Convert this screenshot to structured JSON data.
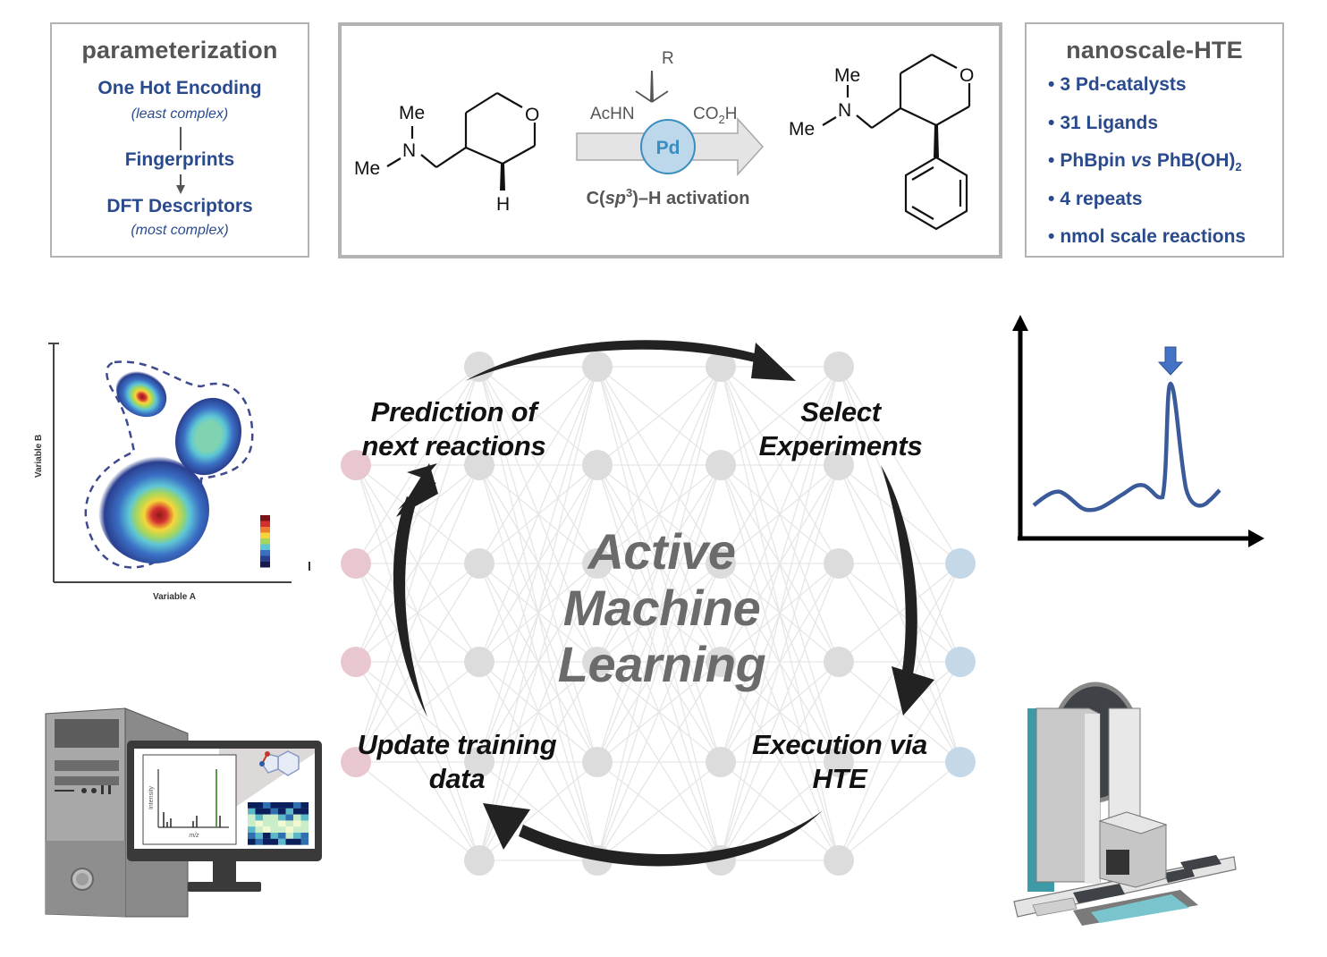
{
  "parameterization": {
    "title": "parameterization",
    "items": [
      {
        "label": "One Hot Encoding",
        "note": "(least complex)"
      },
      {
        "label": "Fingerprints",
        "note": ""
      },
      {
        "label": "DFT Descriptors",
        "note": "(most complex)"
      }
    ]
  },
  "reaction": {
    "substrate": {
      "me_top": "Me",
      "n": "N",
      "me_left": "Me",
      "o": "O",
      "h": "H"
    },
    "ligand": {
      "r": "R",
      "achn": "AcHN",
      "co2h_main": "CO",
      "co2h_sub": "2",
      "co2h_end": "H"
    },
    "catalyst": "Pd",
    "label": {
      "prefix": "C(",
      "italic": "sp",
      "sup": "3",
      "suffix": ")–H activation"
    },
    "product": {
      "me_top": "Me",
      "n": "N",
      "me_left": "Me",
      "o": "O"
    }
  },
  "nanoscale_hte": {
    "title": "nanoscale-HTE",
    "bullet": "•",
    "items": [
      {
        "text": "3 Pd-catalysts"
      },
      {
        "text": "31 Ligands"
      },
      {
        "text_a": "PhBpin ",
        "italic": "vs",
        "text_b": " PhB(OH)",
        "sub": "2"
      },
      {
        "text": "4 repeats"
      },
      {
        "text": "nmol scale reactions"
      }
    ]
  },
  "cycle": {
    "center_title": [
      "Active",
      "Machine",
      "Learning"
    ],
    "steps": [
      {
        "line1": "Prediction of",
        "line2": "next reactions"
      },
      {
        "line1": "Select",
        "line2": "Experiments"
      },
      {
        "line1": "Execution via",
        "line2": "HTE"
      },
      {
        "line1": "Update training",
        "line2": "data"
      }
    ]
  },
  "density_plot": {
    "xlabel": "Variable A",
    "ylabel": "Variable B",
    "colorbar": [
      "#7a1416",
      "#d32f2f",
      "#ef7d2e",
      "#f5d63a",
      "#a4d65e",
      "#5dc6d6",
      "#3a6fc4",
      "#2a3f8f",
      "#141a4d"
    ]
  },
  "spectrum": {
    "line_color": "#3a5a9a",
    "arrow_color": "#4472c4"
  },
  "computer_screen": {
    "ylabel": "Intensity",
    "xlabel": "m/z"
  },
  "colors": {
    "blue_text": "#2a4a8e",
    "gray_title": "#555555",
    "node_gray": "#dcdcdc",
    "node_pink": "#e9c7cf",
    "node_blue": "#c4d8e8",
    "pd_fill": "#bcd8ea",
    "pd_stroke": "#3b8dc0"
  }
}
